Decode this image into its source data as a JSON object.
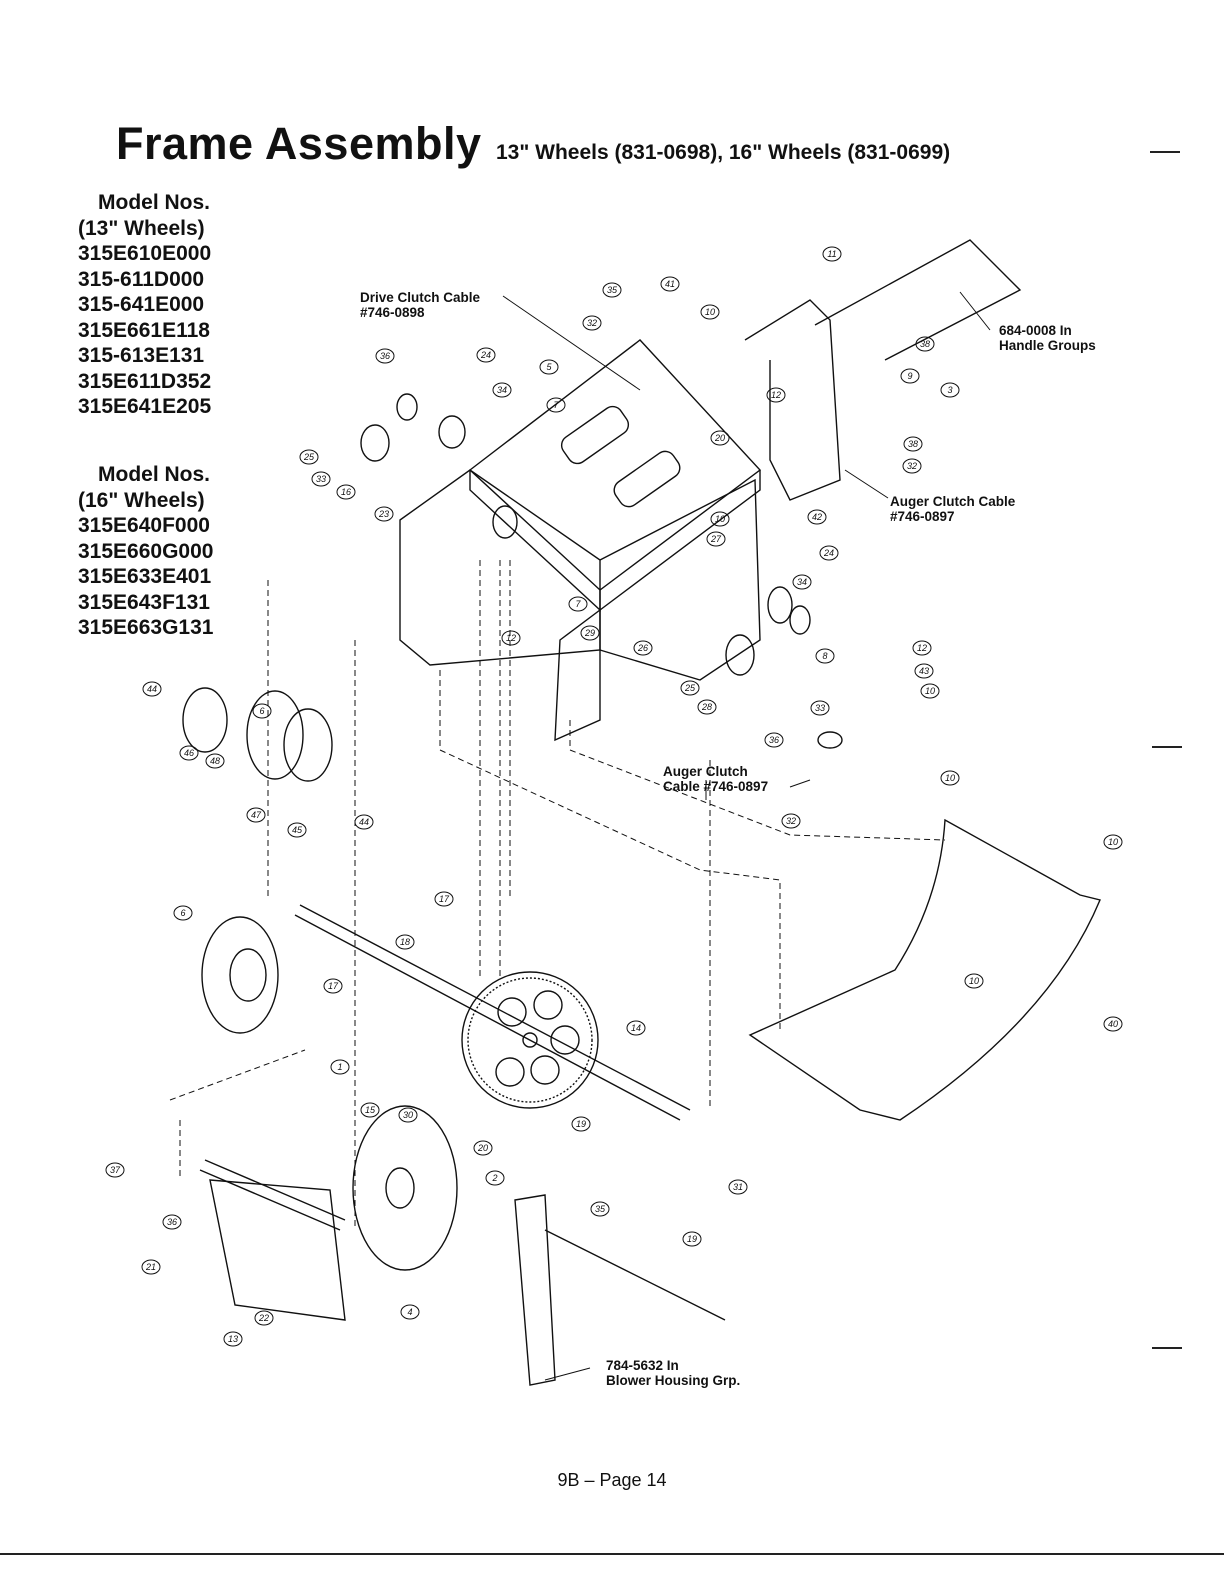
{
  "header": {
    "title": "Frame Assembly",
    "subtitle": "13\" Wheels (831-0698), 16\" Wheels (831-0699)"
  },
  "models_13": {
    "heading": "Model Nos.",
    "subheading": "(13\" Wheels)",
    "numbers": [
      "315E610E000",
      "315-611D000",
      "315-641E000",
      "315E661E118",
      "315-613E131",
      "315E611D352",
      "315E641E205"
    ]
  },
  "models_16": {
    "heading": "Model Nos.",
    "subheading": "(16\" Wheels)",
    "numbers": [
      "315E640F000",
      "315E660G000",
      "315E633E401",
      "315E643F131",
      "315E663G131"
    ]
  },
  "callouts": {
    "drive_clutch": [
      "Drive Clutch Cable",
      "#746-0898"
    ],
    "handle_groups": [
      "684-0008 In",
      "Handle Groups"
    ],
    "auger_clutch_right": [
      "Auger Clutch Cable",
      "#746-0897"
    ],
    "auger_clutch_mid": [
      "Auger Clutch",
      "Cable #746-0897"
    ],
    "blower_housing": [
      "784-5632 In",
      "Blower Housing Grp."
    ]
  },
  "part_numbers": [
    "11",
    "35",
    "41",
    "10",
    "32",
    "8",
    "24",
    "34",
    "5",
    "36",
    "9",
    "3",
    "12",
    "7",
    "25",
    "38",
    "33",
    "16",
    "20",
    "23",
    "42",
    "27",
    "29",
    "28",
    "6",
    "44",
    "46",
    "48",
    "47",
    "45",
    "17",
    "15",
    "19",
    "14",
    "1",
    "30",
    "18",
    "31",
    "2",
    "37",
    "21",
    "13",
    "22",
    "4",
    "40",
    "26",
    "43"
  ],
  "footer": {
    "page": "9B – Page 14"
  }
}
